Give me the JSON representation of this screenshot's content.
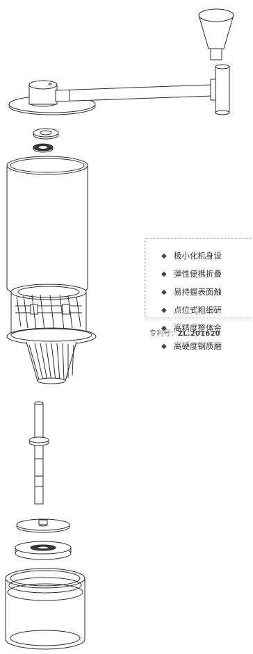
{
  "features": [
    {
      "text": "极小化机身设"
    },
    {
      "text": "弹性便携折叠"
    },
    {
      "text": "易持握表面触"
    },
    {
      "text": "点位式粗细研"
    },
    {
      "text": "高精度整体金"
    },
    {
      "text": "高硬度钢质磨"
    }
  ],
  "bullet_symbol": "◆",
  "patent": {
    "label": "专利号：",
    "number": "ZL.201620"
  }
}
